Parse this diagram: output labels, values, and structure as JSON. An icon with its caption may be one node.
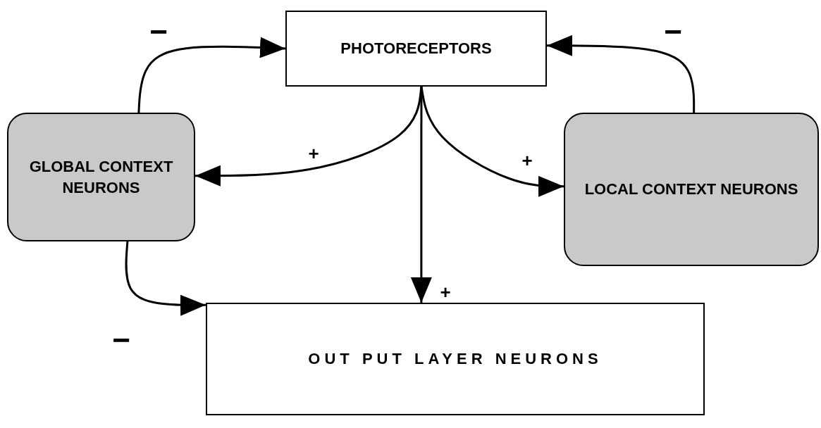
{
  "diagram": {
    "nodes": [
      {
        "text": [
          "PHOTORECEPTORS"
        ]
      },
      {
        "text": [
          "GLOBAL CONTEXT NEURONS"
        ]
      },
      {
        "text": [
          "LOCAL CONTEXT NEURONS"
        ]
      },
      {
        "text": [
          "OUT PUT LAYER NEURONS"
        ]
      }
    ],
    "edges": [
      {
        "from": 1,
        "to": 0,
        "arrow": "to",
        "label": "−"
      },
      {
        "from": 2,
        "to": 0,
        "arrow": "to",
        "label": "−"
      },
      {
        "from": 0,
        "to": 1,
        "arrow": "to",
        "label": "+"
      },
      {
        "from": 0,
        "to": 2,
        "arrow": "to",
        "label": "+"
      },
      {
        "from": 0,
        "to": 3,
        "arrow": "to",
        "label": "+"
      },
      {
        "from": 1,
        "to": 3,
        "arrow": "to",
        "label": "−"
      }
    ]
  }
}
